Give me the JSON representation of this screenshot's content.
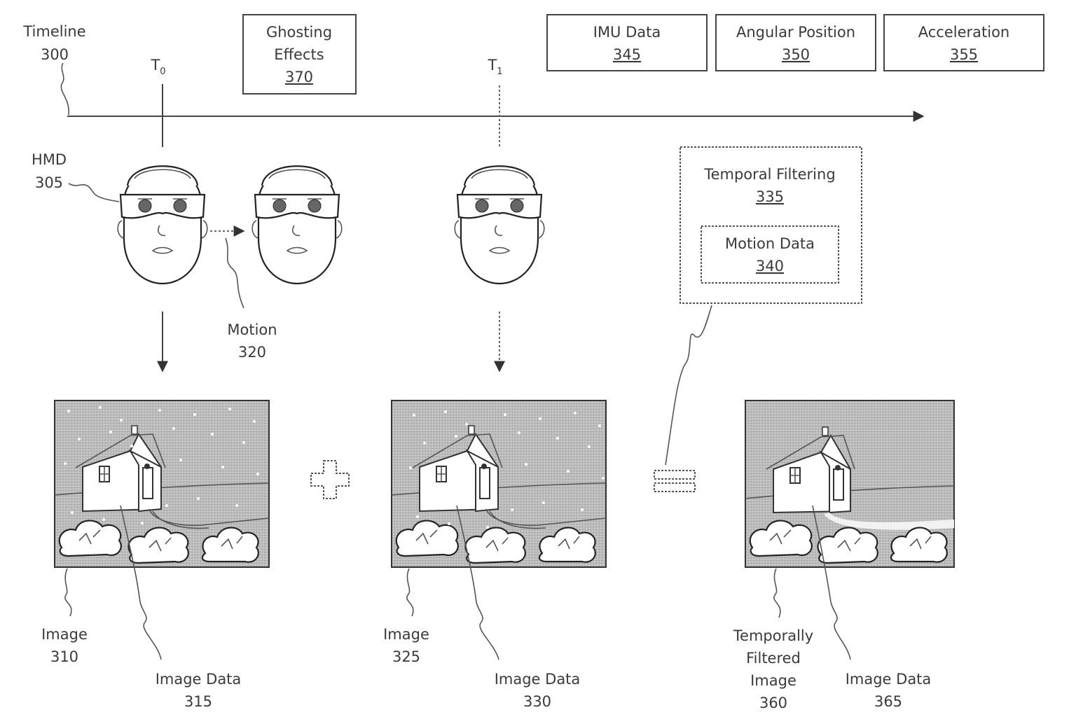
{
  "timeline": {
    "label": "Timeline",
    "num": "300"
  },
  "t0": {
    "label": "T",
    "sub": "0"
  },
  "t1": {
    "label": "T",
    "sub": "1"
  },
  "ghosting": {
    "line1": "Ghosting",
    "line2": "Effects",
    "num": "370"
  },
  "imu": {
    "label": "IMU Data",
    "num": "345"
  },
  "angular": {
    "label": "Angular Position",
    "num": "350"
  },
  "accel": {
    "label": "Acceleration",
    "num": "355"
  },
  "hmd": {
    "label": "HMD",
    "num": "305"
  },
  "motion": {
    "label": "Motion",
    "num": "320"
  },
  "temporal_filtering": {
    "label": "Temporal Filtering",
    "num": "335"
  },
  "motion_data": {
    "label": "Motion Data",
    "num": "340"
  },
  "image310": {
    "label": "Image",
    "num": "310"
  },
  "image_data315": {
    "label": "Image Data",
    "num": "315"
  },
  "image325": {
    "label": "Image",
    "num": "325"
  },
  "image_data330": {
    "label": "Image Data",
    "num": "330"
  },
  "filtered360": {
    "line1": "Temporally",
    "line2": "Filtered",
    "line3": "Image",
    "num": "360"
  },
  "image_data365": {
    "label": "Image Data",
    "num": "365"
  }
}
